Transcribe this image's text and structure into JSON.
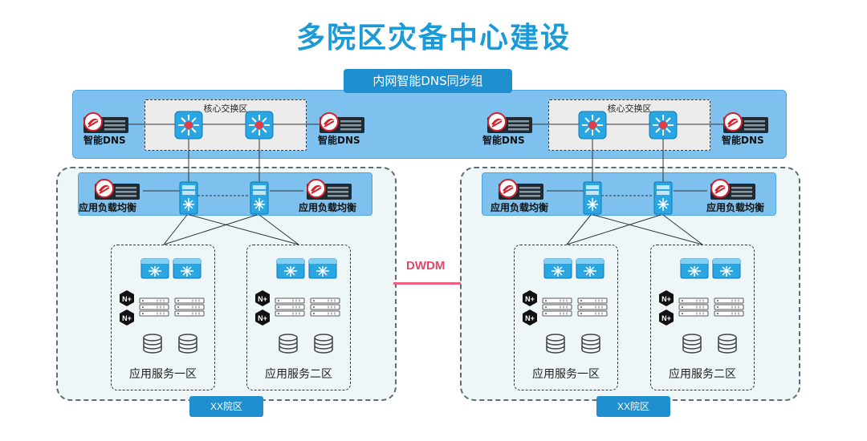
{
  "title": "多院区灾备中心建设",
  "dns_group": {
    "label": "内网智能DNS同步组"
  },
  "link": {
    "label": "DWDM",
    "color": "#ec5f7f"
  },
  "left": {
    "core_zone_label": "核心交换区",
    "dns_left_label": "智能DNS",
    "dns_right_label": "智能DNS",
    "lb_left_label": "应用负载均衡",
    "lb_right_label": "应用负载均衡",
    "svc1_label": "应用服务一区",
    "svc2_label": "应用服务二区",
    "campus_label": "XX院区"
  },
  "right": {
    "core_zone_label": "核心交换区",
    "dns_left_label": "智能DNS",
    "dns_right_label": "智能DNS",
    "lb_left_label": "应用负载均衡",
    "lb_right_label": "应用负载均衡",
    "svc1_label": "应用服务一区",
    "svc2_label": "应用服务二区",
    "campus_label": "XX院区"
  },
  "icons": {
    "appliance": "load-balancer-appliance-icon",
    "core_switch": "core-switch-icon",
    "access_switch": "access-switch-icon",
    "server": "server-rack-icon",
    "storage": "database-storage-icon",
    "nginx": "nginx-plus-icon",
    "nginx_glyph": "N+"
  },
  "colors": {
    "title": "#1a9ad9",
    "band": "#7ec1ee",
    "label_bg": "#1f8fd0",
    "switch": "#2aa6e3",
    "appliance_logo": "#d51f2a"
  }
}
